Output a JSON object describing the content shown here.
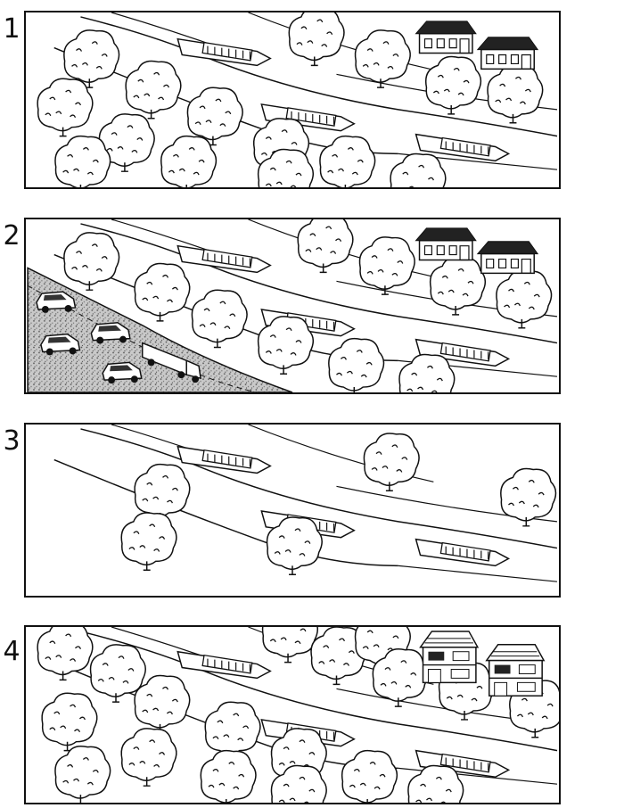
{
  "panels": [
    {
      "label": "1"
    },
    {
      "label": "2"
    },
    {
      "label": "3"
    },
    {
      "label": "4"
    }
  ],
  "colors": {
    "ink": "#111111",
    "paper": "#ffffff",
    "road": "#8a8a8a"
  }
}
